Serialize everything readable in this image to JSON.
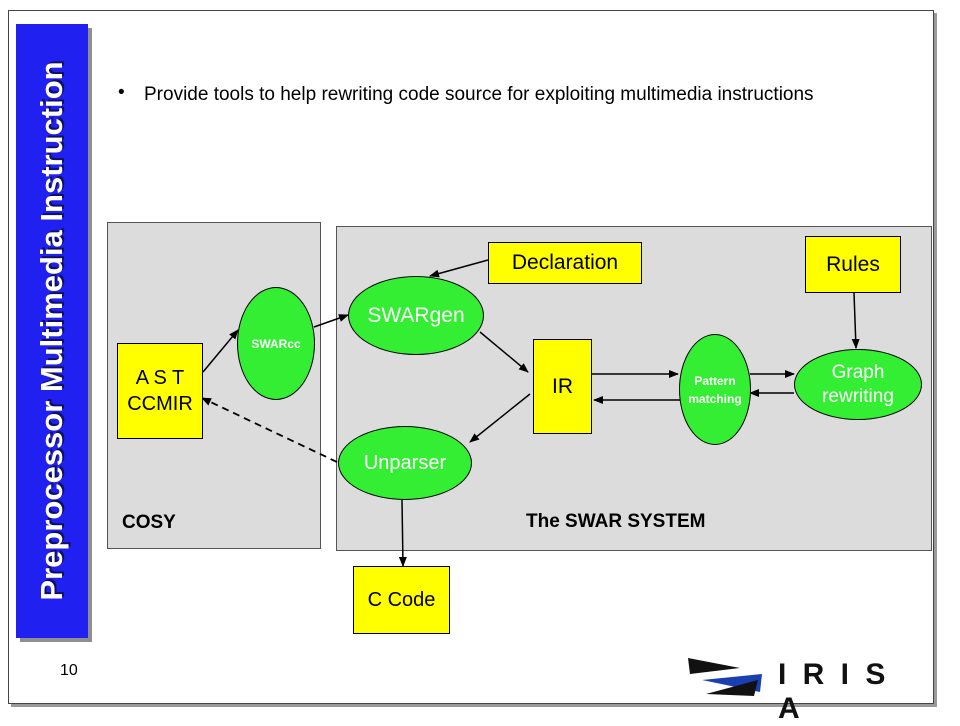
{
  "slide": {
    "sidebar_title": "Preprocessor Multimedia Instruction",
    "bullet_symbol": "•",
    "bullet_text": "Provide tools to help rewriting code source for exploiting multimedia instructions",
    "page_number": "10",
    "logo_text": "I R I S A"
  },
  "diagram": {
    "cosy_label": "COSY",
    "swar_label": "The SWAR SYSTEM",
    "ast_line1": "A S T",
    "ast_line2": "CCMIR",
    "swarcc": "SWARcc",
    "swargen": "SWARgen",
    "declaration": "Declaration",
    "ir": "IR",
    "unparser": "Unparser",
    "ccode": "C Code",
    "pattern_line1": "Pattern",
    "pattern_line2": "matching",
    "rules": "Rules",
    "graph_line1": "Graph",
    "graph_line2": "rewriting"
  },
  "colors": {
    "sidebar": "#2020f0",
    "box": "#ffff00",
    "ellipse": "#33ee33",
    "panel": "#dcdcdc"
  }
}
